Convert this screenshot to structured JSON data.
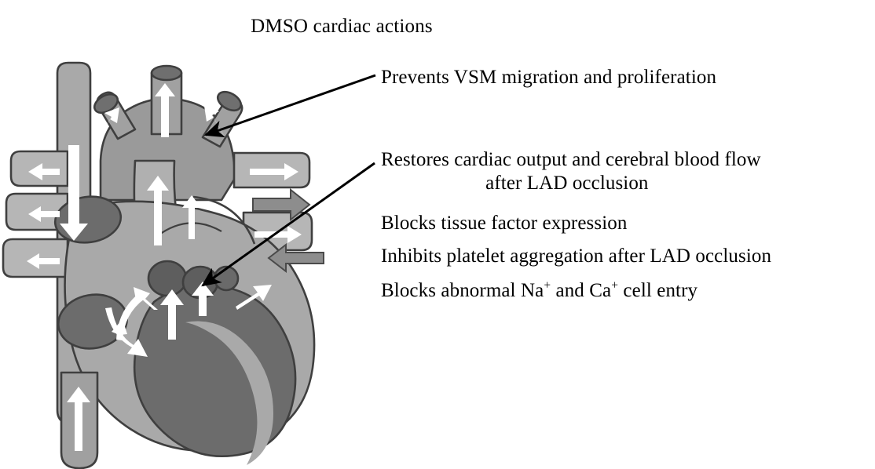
{
  "figure": {
    "title": "DMSO cardiac actions",
    "illustration": {
      "name": "anatomical-heart-diagram",
      "description": "Grayscale cross-section of the human heart with white blood-flow arrows",
      "colors": {
        "outline": "#3f3f3f",
        "myocardium_light": "#a9a9a9",
        "myocardium_mid": "#949494",
        "chamber_dark": "#6c6c6c",
        "vessel_light": "#b6b6b6",
        "valve_dark": "#5e5e5e",
        "flow_arrow": "#ffffff",
        "block_arrow": "#8d8d8d",
        "leader_line": "#000000"
      }
    },
    "callouts": [
      {
        "id": "prevents-vsm",
        "line1": "Prevents VSM migration and proliferation",
        "line2": ""
      },
      {
        "id": "restores-cardiac-output",
        "line1": "Restores cardiac output and cerebral blood flow",
        "line2": "after LAD occlusion"
      },
      {
        "id": "blocks-tissue-factor",
        "line1": "Blocks tissue factor expression",
        "line2": ""
      },
      {
        "id": "inhibits-platelet-aggregation",
        "line1": "Inhibits platelet aggregation after LAD occlusion",
        "line2": ""
      },
      {
        "id": "blocks-ion-entry",
        "prefix": "Blocks abnormal Na",
        "sup1": "+",
        "middle": " and Ca",
        "sup2": "+",
        "suffix": " cell entry"
      }
    ]
  }
}
